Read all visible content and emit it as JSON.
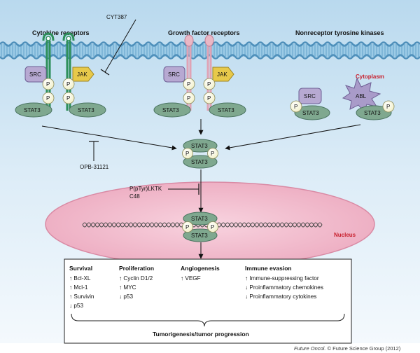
{
  "headers": {
    "cytokine": "Cytokine receptors",
    "growth": "Growth factor receptors",
    "nonreceptor": "Nonreceptor tyrosine kinases"
  },
  "labels": {
    "cyt387": "CYT387",
    "cytoplasm": "Cytoplasm",
    "nucleus": "Nucleus",
    "opb": "OPB-31121",
    "peptide": "P(pTyr)LKTK",
    "c48": "C48",
    "src": "SRC",
    "jak": "JAK",
    "abl": "ABL",
    "stat3": "STAT3",
    "p": "P"
  },
  "outcomes": {
    "survival": {
      "title": "Survival",
      "items": [
        "↑ Bcl-XL",
        "↑ Mcl-1",
        "↑ Survivin",
        "↓ p53"
      ]
    },
    "proliferation": {
      "title": "Proliferation",
      "items": [
        "↑ Cyclin D1/2",
        "↑ MYC",
        "↓ p53"
      ]
    },
    "angiogenesis": {
      "title": "Angiogenesis",
      "items": [
        "↑ VEGF"
      ]
    },
    "immune": {
      "title": "Immune evasion",
      "items": [
        "↑ Immune-suppressing factor",
        "↓ Proinflammatory chemokines",
        "↓ Proinflammatory cytokines"
      ]
    },
    "summary": "Tumorigenesis/tumor progression"
  },
  "credit": {
    "journal": "Future Oncol.",
    "rest": " © Future Science Group (2012)"
  },
  "colors": {
    "background_top": "#b9d9ee",
    "stat3": "#7fa88f",
    "src": "#b7a9d2",
    "jak": "#e7c94a",
    "abl": "#a99bc9",
    "nucleus": "#f2bfd0",
    "accent_red": "#c8202e"
  }
}
